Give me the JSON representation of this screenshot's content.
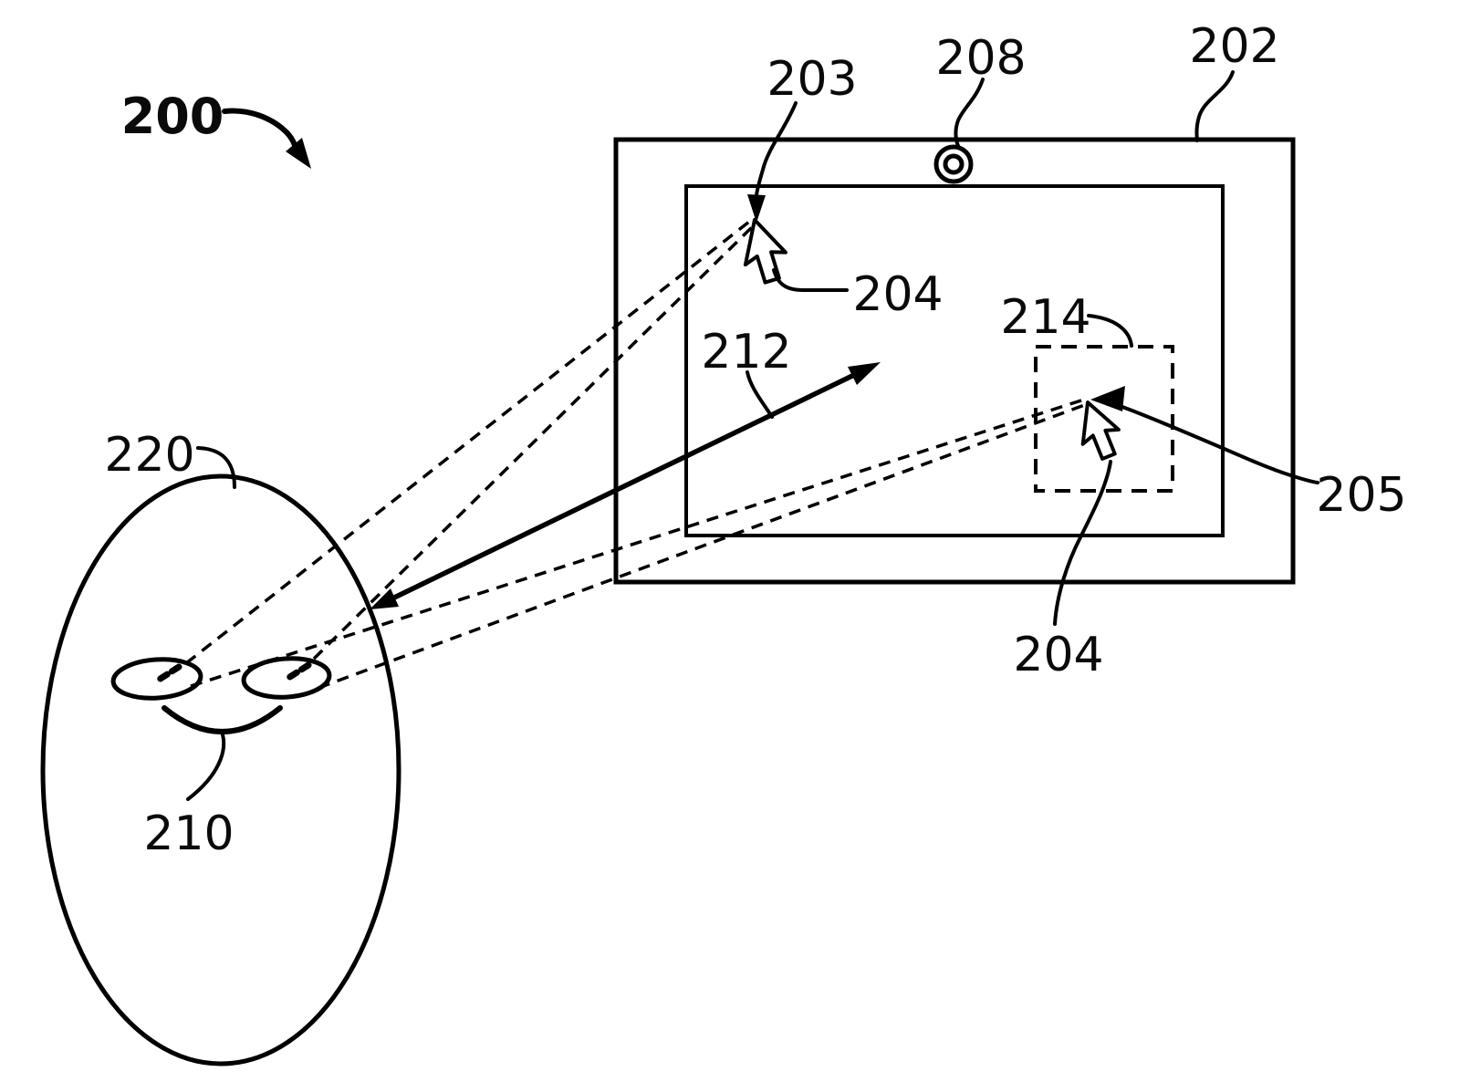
{
  "figure": {
    "labels": {
      "system": "200",
      "device": "202",
      "gaze_location_top": "203",
      "cursor_top": "204",
      "cursor_in_box": "204",
      "cursor_pointer_leader": "205",
      "camera": "208",
      "mouth": "210",
      "gaze_vector": "212",
      "target_box": "214",
      "head": "220"
    },
    "icons": {
      "camera": "camera-lens-icon",
      "cursor_top": "mouse-cursor-icon",
      "cursor_in_box": "mouse-cursor-icon"
    },
    "colors": {
      "ink": "#000000",
      "background": "#ffffff"
    }
  }
}
